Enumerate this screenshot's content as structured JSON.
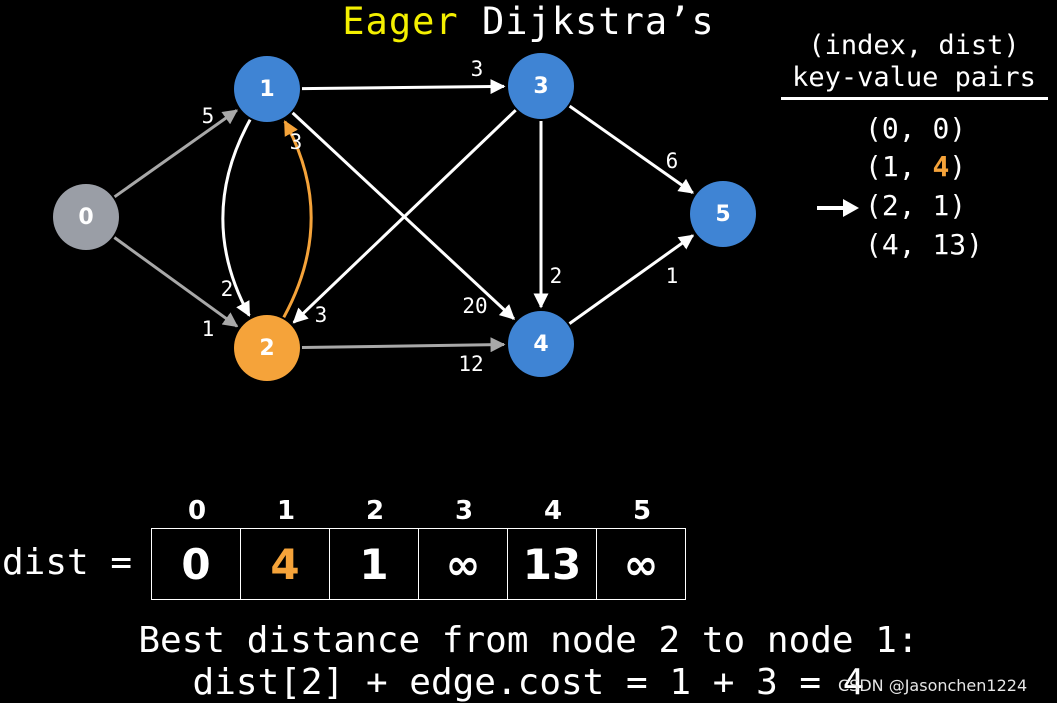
{
  "title": {
    "keyword": "Eager",
    "rest": "Dijkstra’s"
  },
  "kv_header": {
    "line1": "(index, dist)",
    "line2": "key-value pairs"
  },
  "priority_queue": [
    {
      "open": "(",
      "key": "0",
      "sep": ", ",
      "value": "0",
      "close": ")",
      "struck": true,
      "highlight": false,
      "pointer": false
    },
    {
      "open": "(",
      "key": "1",
      "sep": ", ",
      "value": "4",
      "close": ")",
      "struck": false,
      "highlight": true,
      "pointer": false
    },
    {
      "open": "(",
      "key": "2",
      "sep": ", ",
      "value": "1",
      "close": ")",
      "struck": false,
      "highlight": false,
      "pointer": true
    },
    {
      "open": "(",
      "key": "4",
      "sep": ", ",
      "value": "13",
      "close": ")",
      "struck": false,
      "highlight": false,
      "pointer": false
    }
  ],
  "graph": {
    "nodes": [
      {
        "id": "0",
        "color": "#9a9ea6"
      },
      {
        "id": "1",
        "color": "#3f84d4"
      },
      {
        "id": "2",
        "color": "#f5a33a"
      },
      {
        "id": "3",
        "color": "#3f84d4"
      },
      {
        "id": "4",
        "color": "#3f84d4"
      },
      {
        "id": "5",
        "color": "#3f84d4"
      }
    ],
    "edges": [
      {
        "from": "0",
        "to": "1",
        "weight": "5",
        "color": "#a8a8a8"
      },
      {
        "from": "0",
        "to": "2",
        "weight": "1",
        "color": "#a8a8a8"
      },
      {
        "from": "1",
        "to": "2",
        "weight": "2",
        "color": "#ffffff"
      },
      {
        "from": "2",
        "to": "1",
        "weight": "3",
        "color": "#f5a33a"
      },
      {
        "from": "1",
        "to": "3",
        "weight": "3",
        "color": "#ffffff"
      },
      {
        "from": "1",
        "to": "4",
        "weight": "20",
        "color": "#ffffff"
      },
      {
        "from": "3",
        "to": "2",
        "weight": "3",
        "color": "#ffffff"
      },
      {
        "from": "3",
        "to": "4",
        "weight": "2",
        "color": "#ffffff"
      },
      {
        "from": "3",
        "to": "5",
        "weight": "6",
        "color": "#ffffff"
      },
      {
        "from": "2",
        "to": "4",
        "weight": "12",
        "color": "#a8a8a8"
      },
      {
        "from": "4",
        "to": "5",
        "weight": "1",
        "color": "#ffffff"
      }
    ]
  },
  "dist_label": "dist =",
  "dist_table": {
    "indices": [
      "0",
      "1",
      "2",
      "3",
      "4",
      "5"
    ],
    "values": [
      "0",
      "4",
      "1",
      "∞",
      "13",
      "∞"
    ],
    "highlight_index": 1
  },
  "caption": {
    "line1": "Best distance from node 2 to node 1:",
    "line2": "dist[2] + edge.cost = 1 + 3 = 4"
  },
  "watermark": "CSDN @Jasonchen1224",
  "colors": {
    "highlight": "#f5a33a",
    "title_keyword": "#f4f000",
    "node_blue": "#3f84d4",
    "node_gray": "#9a9ea6"
  }
}
